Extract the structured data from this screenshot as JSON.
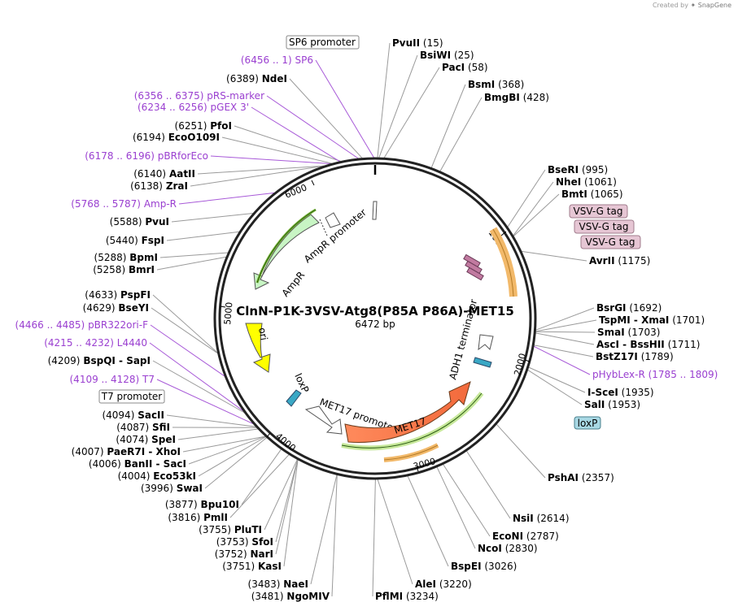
{
  "credit": {
    "prefix": "Created by",
    "brand": "SnapGene"
  },
  "plasmid": {
    "name": "ClnN-P1K-3VSV-Atg8(P85A P86A)-MET15",
    "length": "6472 bp",
    "total_bp": 6472
  },
  "ticks": [
    "1000",
    "2000",
    "3000",
    "4000",
    "5000",
    "6000"
  ],
  "boxed_features": [
    "SP6 promoter",
    "VSV-G tag",
    "VSV-G tag",
    "VSV-G tag",
    "loxP",
    "T7 promoter"
  ],
  "map_features": [
    "AmpR promoter",
    "AmpR",
    "ori",
    "loxP",
    "MET17 promoter",
    "MET17",
    "ADH1 terminator"
  ],
  "labels": [
    {
      "type": "site",
      "name": "PvuII",
      "pos": "(15)",
      "bp": 15
    },
    {
      "type": "site",
      "name": "BsiWI",
      "pos": "(25)",
      "bp": 25
    },
    {
      "type": "site",
      "name": "PacI",
      "pos": "(58)",
      "bp": 58
    },
    {
      "type": "site",
      "name": "BsmI",
      "pos": "(368)",
      "bp": 368
    },
    {
      "type": "site",
      "name": "BmgBI",
      "pos": "(428)",
      "bp": 428
    },
    {
      "type": "site",
      "name": "BseRI",
      "pos": "(995)",
      "bp": 995
    },
    {
      "type": "site",
      "name": "NheI",
      "pos": "(1061)",
      "bp": 1061
    },
    {
      "type": "site",
      "name": "BmtI",
      "pos": "(1065)",
      "bp": 1065
    },
    {
      "type": "site",
      "name": "AvrII",
      "pos": "(1175)",
      "bp": 1175
    },
    {
      "type": "site",
      "name": "BsrGI",
      "pos": "(1692)",
      "bp": 1692
    },
    {
      "type": "site",
      "name": "TspMI - XmaI",
      "pos": "(1701)",
      "bp": 1701
    },
    {
      "type": "site",
      "name": "SmaI",
      "pos": "(1703)",
      "bp": 1703
    },
    {
      "type": "site",
      "name": "AscI - BssHII",
      "pos": "(1711)",
      "bp": 1711
    },
    {
      "type": "site",
      "name": "BstZ17I",
      "pos": "(1789)",
      "bp": 1789
    },
    {
      "type": "primer",
      "name": "pHybLex-R",
      "pos": "(1785 .. 1809)",
      "bp": 1797
    },
    {
      "type": "site",
      "name": "I-SceI",
      "pos": "(1935)",
      "bp": 1935
    },
    {
      "type": "site",
      "name": "SalI",
      "pos": "(1953)",
      "bp": 1953
    },
    {
      "type": "site",
      "name": "PshAI",
      "pos": "(2357)",
      "bp": 2357
    },
    {
      "type": "site",
      "name": "NsiI",
      "pos": "(2614)",
      "bp": 2614
    },
    {
      "type": "site",
      "name": "EcoNI",
      "pos": "(2787)",
      "bp": 2787
    },
    {
      "type": "site",
      "name": "NcoI",
      "pos": "(2830)",
      "bp": 2830
    },
    {
      "type": "site",
      "name": "BspEI",
      "pos": "(3026)",
      "bp": 3026
    },
    {
      "type": "site",
      "name": "AleI",
      "pos": "(3220)",
      "bp": 3220
    },
    {
      "type": "site",
      "name": "PflMI",
      "pos": "(3234)",
      "bp": 3234
    },
    {
      "type": "site",
      "name": "NaeI",
      "pos": "(3483)",
      "bp": 3483
    },
    {
      "type": "site",
      "name": "NgoMIV",
      "pos": "(3481)",
      "bp": 3481
    },
    {
      "type": "site",
      "name": "KasI",
      "pos": "(3751)",
      "bp": 3751
    },
    {
      "type": "site",
      "name": "NarI",
      "pos": "(3752)",
      "bp": 3752
    },
    {
      "type": "site",
      "name": "SfoI",
      "pos": "(3753)",
      "bp": 3753
    },
    {
      "type": "site",
      "name": "PluTI",
      "pos": "(3755)",
      "bp": 3755
    },
    {
      "type": "site",
      "name": "PmlI",
      "pos": "(3816)",
      "bp": 3816
    },
    {
      "type": "site",
      "name": "Bpu10I",
      "pos": "(3877)",
      "bp": 3877
    },
    {
      "type": "site",
      "name": "SwaI",
      "pos": "(3996)",
      "bp": 3996
    },
    {
      "type": "site",
      "name": "Eco53kI",
      "pos": "(4004)",
      "bp": 4004
    },
    {
      "type": "site",
      "name": "BanII - SacI",
      "pos": "(4006)",
      "bp": 4006
    },
    {
      "type": "site",
      "name": "PaeR7I - XhoI",
      "pos": "(4007)",
      "bp": 4007
    },
    {
      "type": "site",
      "name": "SpeI",
      "pos": "(4074)",
      "bp": 4074
    },
    {
      "type": "site",
      "name": "SfiI",
      "pos": "(4087)",
      "bp": 4087
    },
    {
      "type": "site",
      "name": "SacII",
      "pos": "(4094)",
      "bp": 4094
    },
    {
      "type": "primer",
      "name": "T7",
      "pos": "(4109 .. 4128)",
      "bp": 4118
    },
    {
      "type": "site",
      "name": "BspQI - SapI",
      "pos": "(4209)",
      "bp": 4209
    },
    {
      "type": "primer",
      "name": "L4440",
      "pos": "(4215 .. 4232)",
      "bp": 4223
    },
    {
      "type": "primer",
      "name": "pBR322ori-F",
      "pos": "(4466 .. 4485)",
      "bp": 4475
    },
    {
      "type": "site",
      "name": "BseYI",
      "pos": "(4629)",
      "bp": 4629
    },
    {
      "type": "site",
      "name": "PspFI",
      "pos": "(4633)",
      "bp": 4633
    },
    {
      "type": "site",
      "name": "BmrI",
      "pos": "(5258)",
      "bp": 5258
    },
    {
      "type": "site",
      "name": "BpmI",
      "pos": "(5288)",
      "bp": 5288
    },
    {
      "type": "site",
      "name": "FspI",
      "pos": "(5440)",
      "bp": 5440
    },
    {
      "type": "site",
      "name": "PvuI",
      "pos": "(5588)",
      "bp": 5588
    },
    {
      "type": "primer",
      "name": "Amp-R",
      "pos": "(5768 .. 5787)",
      "bp": 5777
    },
    {
      "type": "site",
      "name": "ZraI",
      "pos": "(6138)",
      "bp": 6138
    },
    {
      "type": "site",
      "name": "AatII",
      "pos": "(6140)",
      "bp": 6140
    },
    {
      "type": "primer",
      "name": "pBRforEco",
      "pos": "(6178 .. 6196)",
      "bp": 6187
    },
    {
      "type": "site",
      "name": "EcoO109I",
      "pos": "(6194)",
      "bp": 6194
    },
    {
      "type": "site",
      "name": "PfoI",
      "pos": "(6251)",
      "bp": 6251
    },
    {
      "type": "primer",
      "name": "pGEX 3'",
      "pos": "(6234 .. 6256)",
      "bp": 6245
    },
    {
      "type": "primer",
      "name": "pRS-marker",
      "pos": "(6356 .. 6375)",
      "bp": 6365
    },
    {
      "type": "site",
      "name": "NdeI",
      "pos": "(6389)",
      "bp": 6389
    },
    {
      "type": "primer",
      "name": "SP6",
      "pos": "(6456 .. 1)",
      "bp": 6464
    }
  ]
}
